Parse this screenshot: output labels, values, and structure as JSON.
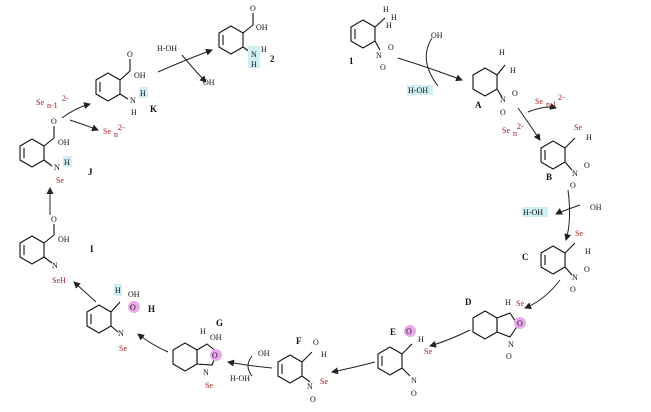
{
  "compounds": {
    "c1": {
      "label": "1",
      "atoms": [
        "H",
        "H",
        "H",
        "N",
        "O",
        "O"
      ]
    },
    "c2": {
      "label": "2",
      "atoms": [
        "OH",
        "O",
        "N",
        "H",
        "H"
      ]
    },
    "A": {
      "label": "A",
      "atoms": [
        "H",
        "H",
        "N",
        "O",
        "O"
      ]
    },
    "B": {
      "label": "B",
      "atoms": [
        "Se",
        "H",
        "N",
        "O",
        "O"
      ]
    },
    "C": {
      "label": "C",
      "atoms": [
        "Se",
        "H",
        "N",
        "O",
        "O"
      ]
    },
    "D": {
      "label": "D",
      "atoms": [
        "H",
        "Se",
        "O",
        "N",
        "O"
      ]
    },
    "E": {
      "label": "E",
      "atoms": [
        "O",
        "H",
        "Se",
        "N",
        "O"
      ]
    },
    "F": {
      "label": "F",
      "atoms": [
        "O",
        "H",
        "N",
        "Se",
        "O"
      ]
    },
    "G": {
      "label": "G",
      "atoms": [
        "H",
        "OH",
        "O",
        "N",
        "Se"
      ]
    },
    "H": {
      "label": "H",
      "atoms": [
        "H",
        "OH",
        "O",
        "N",
        "Se"
      ]
    },
    "I": {
      "label": "I",
      "atoms": [
        "O",
        "OH",
        "N",
        "SeH"
      ]
    },
    "J": {
      "label": "J",
      "atoms": [
        "O",
        "OH",
        "N",
        "H",
        "Se"
      ]
    },
    "K": {
      "label": "K",
      "atoms": [
        "O",
        "OH",
        "N",
        "H",
        "H"
      ]
    }
  },
  "reagents": {
    "oh1": "OH",
    "hoh1": "H-OH",
    "sen1_1": "Se",
    "sen1_1_sub": "n-1",
    "sen1_1_sup": "2-",
    "sen_1": "Se",
    "sen_1_sub": "n",
    "sen_1_sup": "2-",
    "hoh2": "H-OH",
    "oh2": "OH",
    "oh3": "OH",
    "hoh3": "H-OH",
    "sen1_2": "Se",
    "sen1_2_sub": "n-1",
    "sen1_2_sup": "2-",
    "sen_2": "Se",
    "sen_2_sub": "n",
    "sen_2_sup": "2-",
    "hoh4": "H-OH",
    "oh4": "OH"
  }
}
